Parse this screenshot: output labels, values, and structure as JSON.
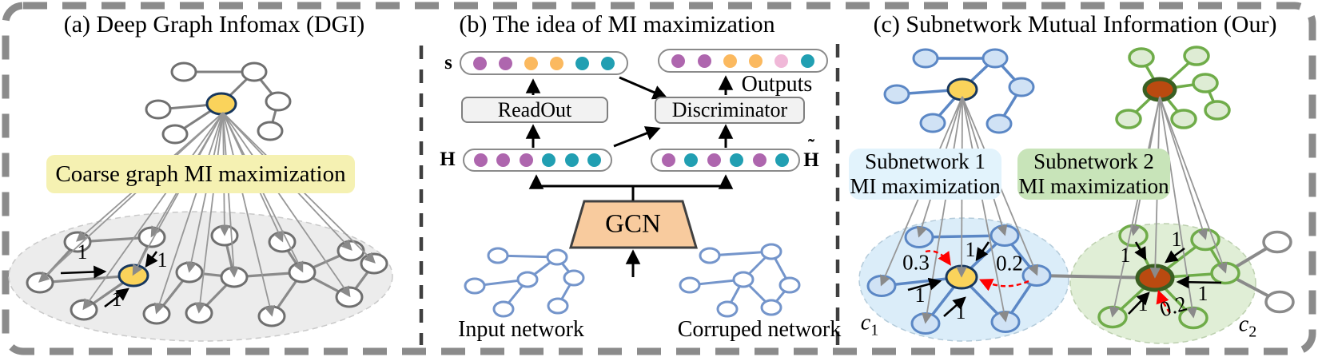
{
  "figure": {
    "type": "paper-figure",
    "panels": 3
  },
  "colors": {
    "dot_purple": "#AE66AE",
    "dot_orange": "#FBB95F",
    "dot_teal": "#219FB2",
    "dot_pink": "#F0B8D8",
    "hub_yellow": "#FAD35B",
    "hub_yellow_border": "#17375E",
    "hub_brown": "#BA4A10",
    "hub_brown_border": "#3A5F22",
    "blue_network": "#5B87C5",
    "green_network": "#6FAC49",
    "red_dashed_arrow": "#FF0000",
    "yellow_box": "#F5F1B2",
    "subnet1_box": "#E2F3FC",
    "subnet2_box": "#C8E4B9",
    "gcn_fill": "#F8CB9E",
    "gray_ellipse": "#ECECEC",
    "blue_ellipse": "#DBEDF9",
    "green_ellipse": "#E0EED6"
  },
  "panel_a": {
    "title": "(a) Deep Graph Infomax (DGI)",
    "box_label": "Coarse graph MI maximization",
    "edge_weights": [
      "1",
      "1",
      "1"
    ]
  },
  "panel_b": {
    "title": "(b) The idea of MI maximization",
    "s_label": "s",
    "h_label": "H",
    "h_tilde_base": "H",
    "h_tilde_mark": "˜",
    "outputs_label": "Outputs",
    "readout_label": "ReadOut",
    "discriminator_label": "Discriminator",
    "gcn_label": "GCN",
    "input_network_label": "Input network",
    "corrupted_network_label": "Corruped network",
    "vectors": {
      "s": [
        "purple",
        "purple",
        "orange",
        "orange",
        "teal",
        "teal"
      ],
      "outputs": [
        "purple",
        "purple",
        "orange",
        "orange",
        "pink",
        "teal"
      ],
      "h": [
        "purple",
        "purple",
        "purple",
        "teal",
        "teal",
        "teal"
      ],
      "h_tilde": [
        "purple",
        "teal",
        "purple",
        "teal",
        "purple",
        "teal"
      ]
    }
  },
  "panel_c": {
    "title": "(c) Subnetwork Mutual Information (Our)",
    "subnetwork1": {
      "line1": "Subnetwork 1",
      "line2": "MI maximization",
      "weights": [
        "0.3",
        "1",
        "0.2",
        "1",
        "1"
      ],
      "cluster_base": "c",
      "cluster_sub": "1"
    },
    "subnetwork2": {
      "line1": "Subnetwork 2",
      "line2": "MI maximization",
      "weights": [
        "1",
        "1",
        "1",
        "1",
        "0.2"
      ],
      "cluster_base": "c",
      "cluster_sub": "2"
    }
  }
}
